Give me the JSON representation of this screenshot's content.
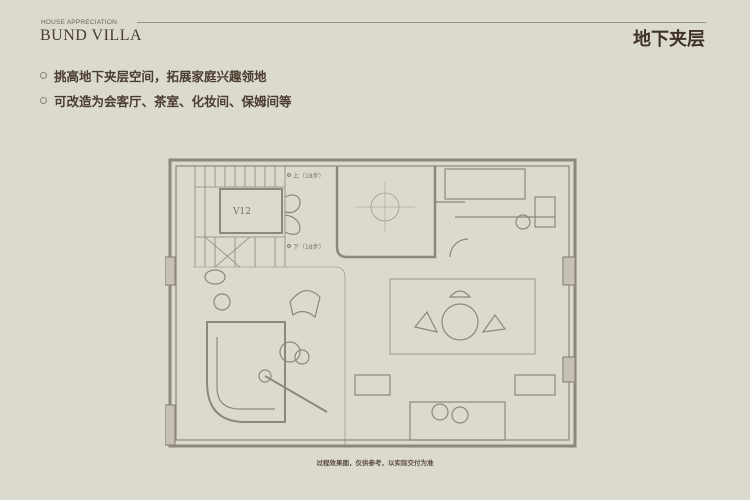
{
  "header": {
    "eyebrow": "HOUSE APPRECIATION",
    "brand": "BUND VILLA",
    "page_title": "地下夹层"
  },
  "features": [
    "挑高地下夹层空间，拓展家庭兴趣领地",
    "可改造为会客厅、茶室、化妆间、保姆间等"
  ],
  "plan": {
    "elevator_label": "V12",
    "stair_up": "上（18步）",
    "stair_down": "下（18步）"
  },
  "footer_note": "过程效果图，仅供参考，以实际交付为准"
}
